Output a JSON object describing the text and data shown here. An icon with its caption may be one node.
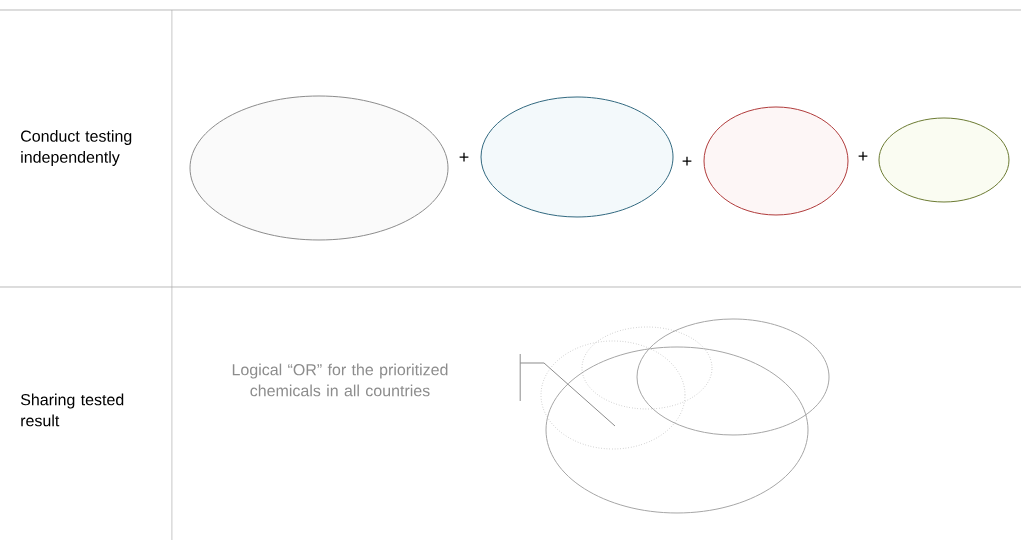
{
  "diagram": {
    "nodes": [
      {
        "text": [],
        "shape": "circle"
      },
      {
        "text": [],
        "shape": "circle"
      },
      {
        "text": [],
        "shape": "circle"
      },
      {
        "text": [],
        "shape": "circle"
      },
      {
        "text": [
          "Logical “OR” for the prioritized chemicals in all countries"
        ]
      },
      {
        "text": [],
        "shape": "circle"
      },
      {
        "text": [],
        "shape": "circle"
      },
      {
        "text": [],
        "shape": "circle"
      },
      {
        "text": [],
        "shape": "circle"
      }
    ],
    "edges": [
      {
        "from": 4,
        "to": 5,
        "arrow": "none"
      }
    ],
    "labels": [
      "Conduct testing independently",
      "+",
      "+",
      "+",
      "Sharing tested result"
    ]
  }
}
